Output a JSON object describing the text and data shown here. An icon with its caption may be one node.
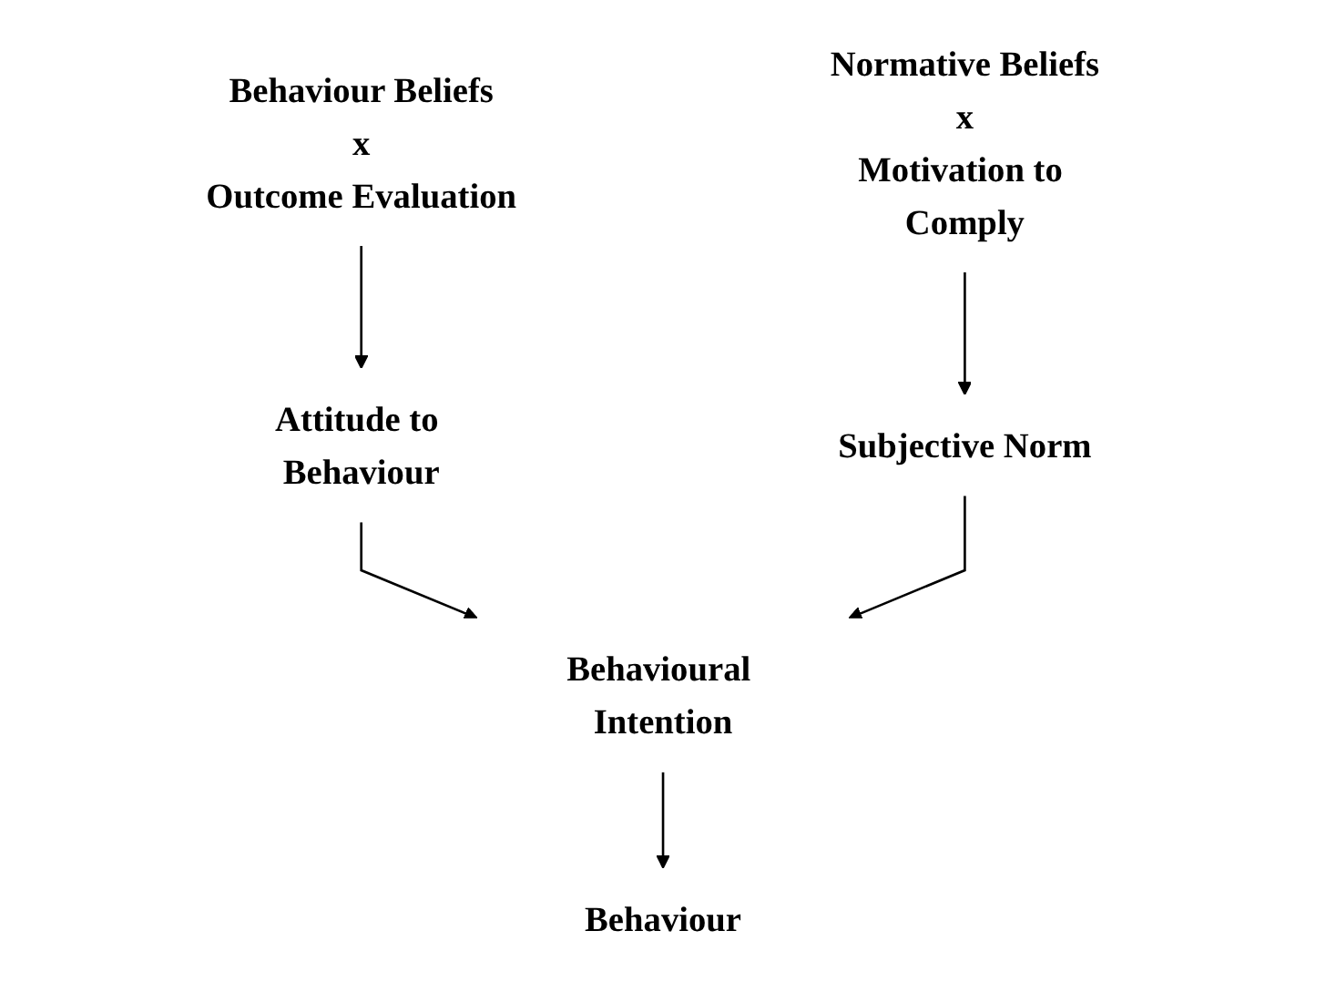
{
  "diagram": {
    "nodes": [
      {
        "text": [
          "Behaviour Beliefs",
          "x",
          "Outcome Evaluation"
        ]
      },
      {
        "text": [
          "Normative Beliefs",
          "x",
          "Motivation to Comply"
        ]
      },
      {
        "text": [
          "Attitude to Behaviour"
        ]
      },
      {
        "text": [
          "Subjective Norm"
        ]
      },
      {
        "text": [
          "Behavioural Intention"
        ]
      },
      {
        "text": [
          "Behaviour"
        ]
      }
    ],
    "edges": [
      {
        "from": 0,
        "to": 2,
        "arrow": "to"
      },
      {
        "from": 1,
        "to": 3,
        "arrow": "to"
      },
      {
        "from": 2,
        "to": 4,
        "arrow": "to"
      },
      {
        "from": 3,
        "to": 4,
        "arrow": "to"
      },
      {
        "from": 4,
        "to": 5,
        "arrow": "to"
      }
    ]
  }
}
